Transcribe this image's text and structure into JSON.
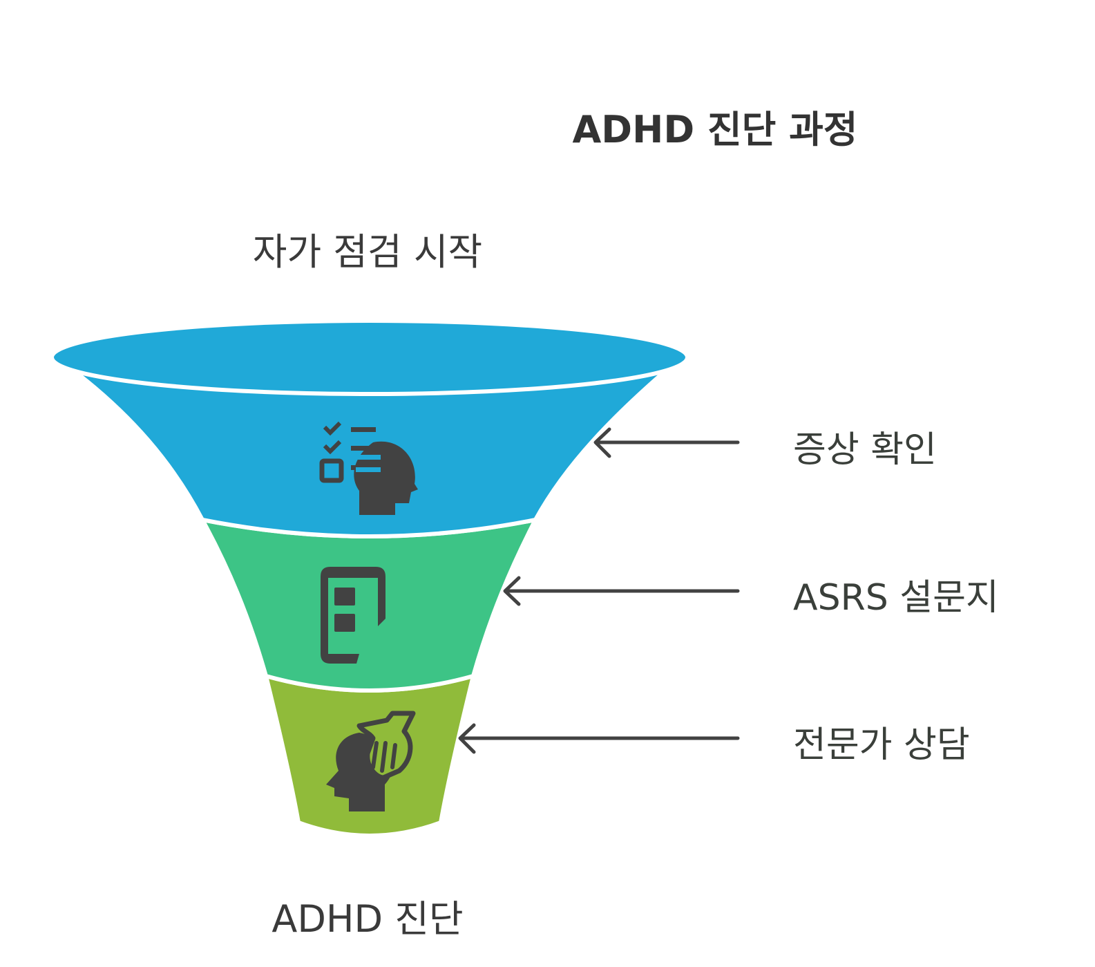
{
  "title": "ADHD 진단 과정",
  "funnel": {
    "top_label": "자가 점검 시작",
    "bottom_label": "ADHD 진단",
    "stages": [
      {
        "label": "증상 확인",
        "color": "#20a9d8",
        "icon": "checklist-head-icon"
      },
      {
        "label": "ASRS 설문지",
        "color": "#3dc486",
        "icon": "mobile-form-icon"
      },
      {
        "label": "전문가 상담",
        "color": "#90bb3a",
        "icon": "head-hand-icon"
      }
    ]
  }
}
